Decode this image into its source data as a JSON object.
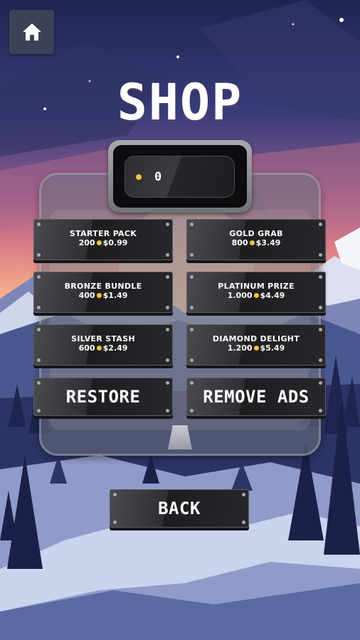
{
  "title": "SHOP",
  "coin_balance": "0",
  "colors": {
    "coin": "#f5c53a",
    "plate": "#2a2a2e",
    "frame": "#6e737d"
  },
  "icons": {
    "home": "home-icon",
    "coin": "coin-icon"
  },
  "packs": [
    {
      "name": "STARTER PACK",
      "coins": "200",
      "price": "$0.99"
    },
    {
      "name": "GOLD GRAB",
      "coins": "800",
      "price": "$3.49"
    },
    {
      "name": "BRONZE BUNDLE",
      "coins": "400",
      "price": "$1.49"
    },
    {
      "name": "PLATINUM PRIZE",
      "coins": "1.000",
      "price": "$4.49"
    },
    {
      "name": "SILVER STASH",
      "coins": "600",
      "price": "$2.49"
    },
    {
      "name": "DIAMOND DELIGHT",
      "coins": "1.200",
      "price": "$5.49"
    }
  ],
  "buttons": {
    "restore": "RESTORE",
    "remove_ads": "REMOVE ADS",
    "back": "BACK"
  }
}
